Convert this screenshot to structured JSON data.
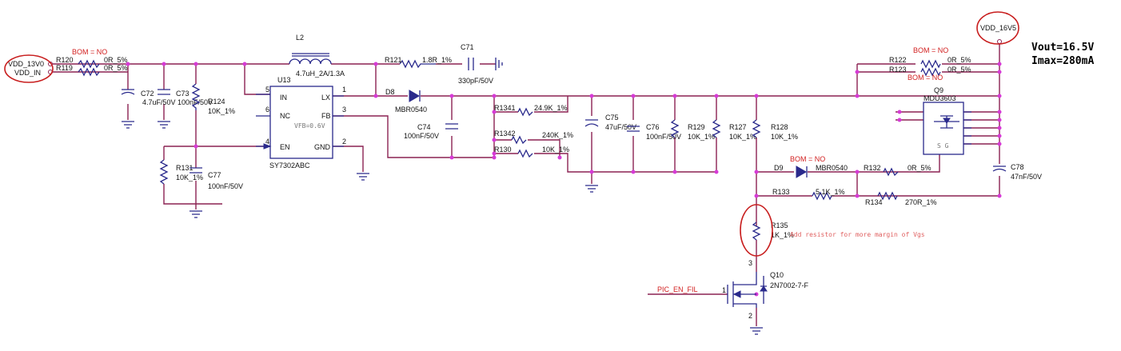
{
  "ports": {
    "vin1": "VDD_13V0",
    "vin2": "VDD_IN",
    "vout": "VDD_16V5",
    "pic_en": "PIC_EN_FIL"
  },
  "spec": {
    "vout": "Vout=16.5V",
    "imax": "Imax=280mA"
  },
  "bom_no": "BOM = NO",
  "components": {
    "R120": {
      "ref": "R120",
      "value": "0R_5%"
    },
    "R119": {
      "ref": "R119",
      "value": "0R_5%"
    },
    "C72": {
      "ref": "C72",
      "value": "4.7uF/50V"
    },
    "C73": {
      "ref": "C73",
      "value": "100nF/50V"
    },
    "R124": {
      "ref": "R124",
      "value": "10K_1%"
    },
    "R131": {
      "ref": "R131",
      "value": "10K_1%"
    },
    "C77": {
      "ref": "C77",
      "value": "100nF/50V"
    },
    "L2": {
      "ref": "L2",
      "value": "4.7uH_2A/1.3A"
    },
    "U13": {
      "ref": "U13",
      "part": "SY7302ABC",
      "vfb": "VFB=0.6V",
      "pins": {
        "in": "IN",
        "nc": "NC",
        "en": "EN",
        "lx": "LX",
        "fb": "FB",
        "gnd": "GND"
      },
      "pin_numbers": {
        "in": "5",
        "nc": "6",
        "en": "4",
        "lx": "1",
        "fb": "3",
        "gnd": "2"
      }
    },
    "R121": {
      "ref": "R121",
      "value": "1.8R_1%"
    },
    "C71": {
      "ref": "C71",
      "value": "330pF/50V"
    },
    "D8": {
      "ref": "D8",
      "value": "MBR0540"
    },
    "C74": {
      "ref": "C74",
      "value": "100nF/50V"
    },
    "R1341": {
      "ref": "R1341",
      "value": "24.9K_1%"
    },
    "R1342": {
      "ref": "R1342",
      "value": "240K_1%"
    },
    "R130": {
      "ref": "R130",
      "value": "10K_1%"
    },
    "C75": {
      "ref": "C75",
      "value": "47uF/50V"
    },
    "C76": {
      "ref": "C76",
      "value": "100nF/50V"
    },
    "R129": {
      "ref": "R129",
      "value": "10K_1%"
    },
    "R127": {
      "ref": "R127",
      "value": "10K_1%"
    },
    "R128": {
      "ref": "R128",
      "value": "10K_1%"
    },
    "D9": {
      "ref": "D9",
      "value": "MBR0540"
    },
    "R132": {
      "ref": "R132",
      "value": "0R_5%"
    },
    "R133": {
      "ref": "R133",
      "value": "5.1K_1%"
    },
    "R134": {
      "ref": "R134",
      "value": "270R_1%"
    },
    "R135": {
      "ref": "R135",
      "value": "1K_1%"
    },
    "R122": {
      "ref": "R122",
      "value": "0R_5%"
    },
    "R123": {
      "ref": "R123",
      "value": "0R_5%"
    },
    "Q9": {
      "ref": "Q9",
      "value": "MDU3603"
    },
    "C78": {
      "ref": "C78",
      "value": "47nF/50V"
    },
    "Q10": {
      "ref": "Q10",
      "value": "2N7002-7-F"
    }
  },
  "q10_pins": {
    "gate": "1",
    "drain": "3",
    "source": "2"
  },
  "note_r135": "Add resistor for more margin of Vgs"
}
